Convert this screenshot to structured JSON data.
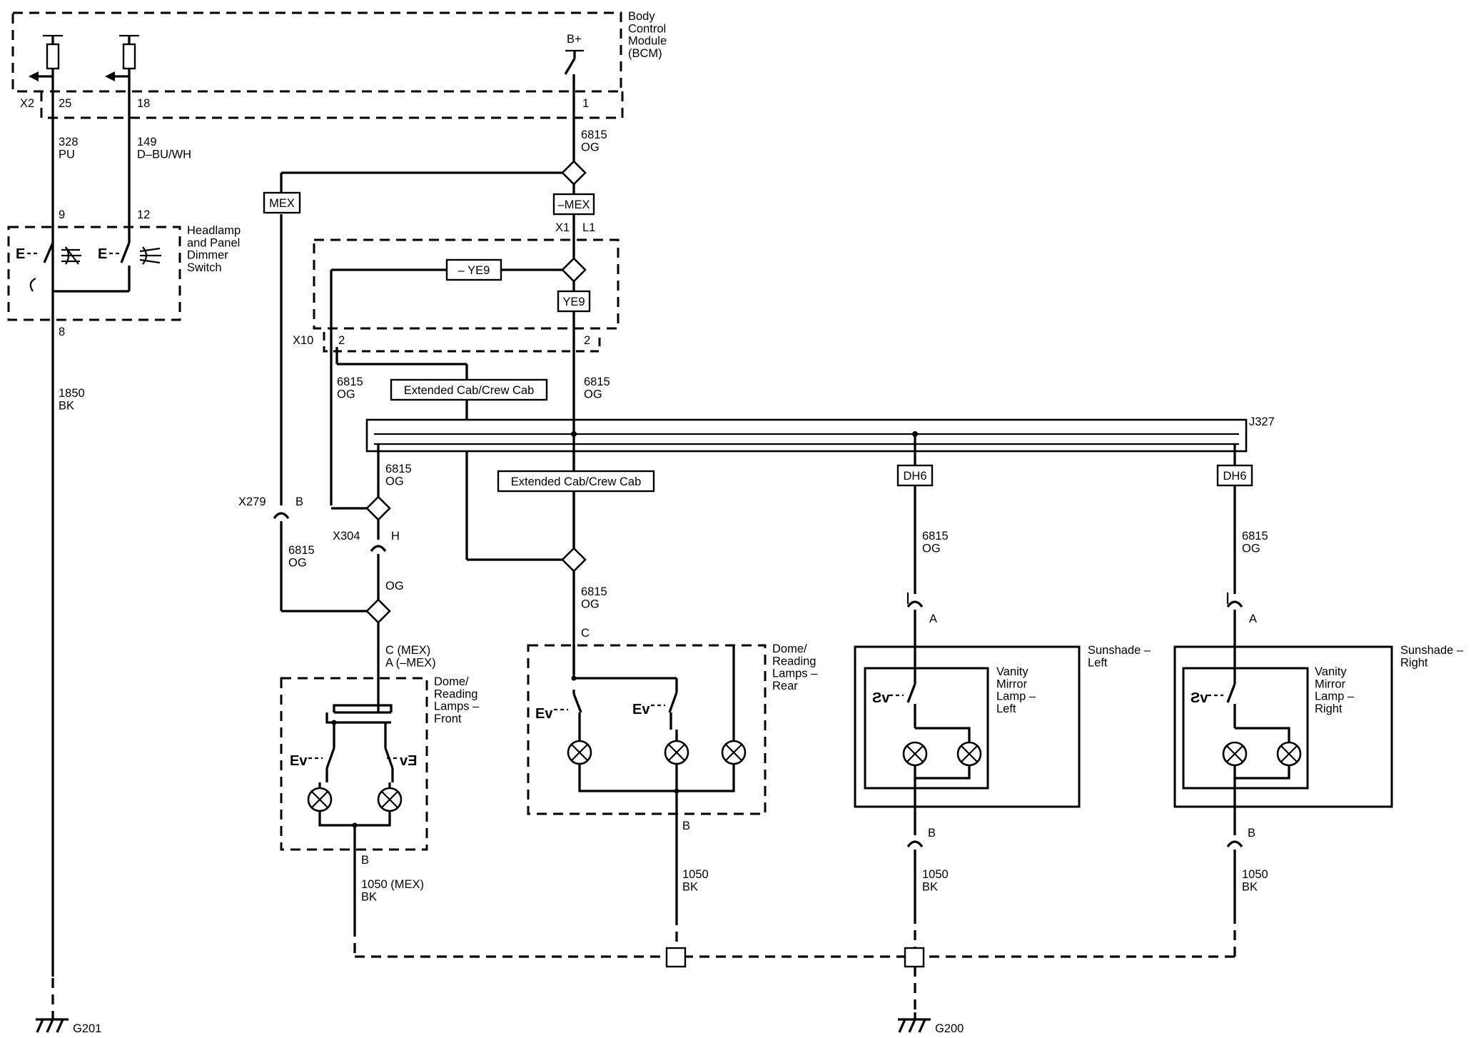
{
  "modules": {
    "bcm": "Body\nControl\nModule\n(BCM)",
    "headlamp_switch": "Headlamp\nand Panel\nDimmer\nSwitch",
    "dome_front": "Dome/\nReading\nLamps –\nFront",
    "dome_rear": "Dome/\nReading\nLamps –\nRear",
    "sunshade_left": "Sunshade –\nLeft",
    "sunshade_right": "Sunshade –\nRight",
    "vanity_left": "Vanity\nMirror\nLamp –\nLeft",
    "vanity_right": "Vanity\nMirror\nLamp –\nRight"
  },
  "connectors": {
    "x2": "X2",
    "x2_pin_25": "25",
    "x2_pin_18": "18",
    "bcm_pin_1": "1",
    "b_plus": "B+",
    "sw_pin_9": "9",
    "sw_pin_12": "12",
    "sw_pin_8": "8",
    "x1": "X1",
    "l1": "L1",
    "x10": "X10",
    "x10_pin_left": "2",
    "x10_pin_right": "2",
    "x279": "X279",
    "x279_pin": "B",
    "x304": "X304",
    "x304_pin": "H",
    "front_pin_in": "C (MEX)\nA (–MEX)",
    "front_pin_out": "B",
    "rear_pin_in": "C",
    "rear_pin_out": "B",
    "left_pin_in": "A",
    "left_pin_out": "B",
    "right_pin_in": "A",
    "right_pin_out": "B",
    "j327": "J327"
  },
  "wires": {
    "w328": "328\nPU",
    "w149": "149\nD–BU/WH",
    "w1850": "1850\nBK",
    "w6815_bcm": "6815\nOG",
    "w6815_x10_left": "6815\nOG",
    "w6815_x10_right": "6815\nOG",
    "w6815_front_splice": "6815\nOG",
    "w6815_x279": "6815\nOG",
    "og_front": "OG",
    "w6815_rear": "6815\nOG",
    "w6815_left": "6815\nOG",
    "w6815_right": "6815\nOG",
    "w1050_front": "1050 (MEX)\nBK",
    "w1050_rear": "1050\nBK",
    "w1050_left": "1050\nBK",
    "w1050_right": "1050\nBK"
  },
  "options": {
    "mex": "MEX",
    "neg_mex": "–MEX",
    "neg_ye9": "– YE9",
    "ye9": "YE9",
    "cab_upper": "Extended Cab/Crew Cab",
    "cab_lower": "Extended Cab/Crew Cab",
    "dh6_left": "DH6",
    "dh6_right": "DH6"
  },
  "grounds": {
    "g201": "G201",
    "g200": "G200"
  }
}
